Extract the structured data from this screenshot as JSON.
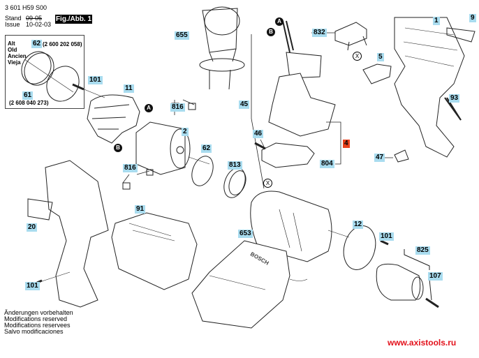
{
  "header": {
    "part_number": "3 601 H59 S00",
    "stand_label": "Stand",
    "stand_value": "09-05",
    "issue_label": "Issue",
    "issue_value": "10-02-03",
    "figure_label": "Fig./Abb. 1"
  },
  "old_parts_box": {
    "languages": [
      "Alt",
      "Old",
      "Ancien",
      "Vieja"
    ],
    "items": [
      {
        "ref": "62",
        "part_no": "(2 600 202 058)"
      },
      {
        "ref": "61",
        "part_no": "(2 608 040 273)"
      }
    ]
  },
  "callouts": {
    "c655": "655",
    "c101_top": "101",
    "c11": "11",
    "c816_top": "816",
    "c2": "2",
    "c62": "62",
    "c816_bot": "816",
    "c813": "813",
    "c832": "832",
    "c5": "5",
    "c1": "1",
    "c9": "9",
    "c45": "45",
    "c46": "46",
    "c4": "4",
    "c804": "804",
    "c93": "93",
    "c47": "47",
    "c20": "20",
    "c91": "91",
    "c653": "653",
    "c12": "12",
    "c101_right": "101",
    "c825": "825",
    "c107": "107",
    "c101_bottom": "101"
  },
  "markers": {
    "A": "A",
    "B": "B",
    "X": "X"
  },
  "charger_brand": "BOSCH",
  "footer": {
    "lines": [
      "Änderungen vorbehalten",
      "Modifications reserved",
      "Modifications reservees",
      "Salvo modificaciones"
    ]
  },
  "watermark": "www.axistools.ru",
  "colors": {
    "callout_bg": "#a9dcef",
    "highlight_callout_bg": "#e8401c",
    "watermark": "#e3111b"
  }
}
